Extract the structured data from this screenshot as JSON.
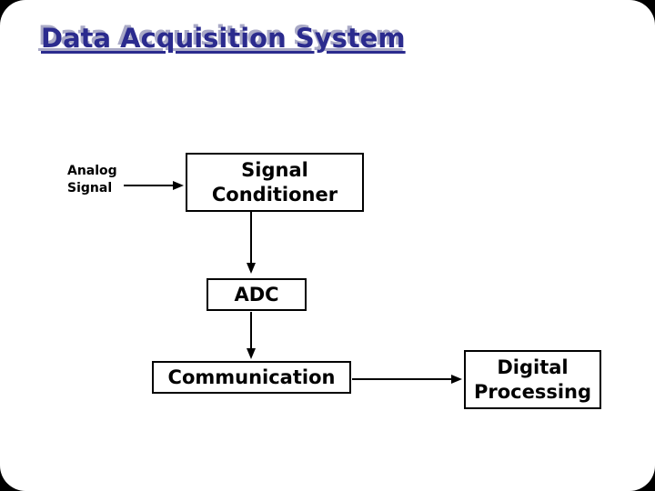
{
  "slide": {
    "title": "Data Acquisition System",
    "title_color": "#2b2b8e",
    "title_shadow_color": "#a9a9c6",
    "background_color": "#ffffff",
    "page_background_color": "#000000",
    "box_border_color": "#000000",
    "arrow_color": "#000000"
  },
  "diagram": {
    "source_label": [
      "Analog",
      "Signal"
    ],
    "nodes": [
      {
        "id": "signal-conditioner",
        "label": "Signal Conditioner"
      },
      {
        "id": "adc",
        "label": "ADC"
      },
      {
        "id": "communication",
        "label": "Communication"
      },
      {
        "id": "digital-processing",
        "label": "Digital Processing"
      }
    ],
    "edges": [
      {
        "from": "analog-signal",
        "to": "signal-conditioner"
      },
      {
        "from": "signal-conditioner",
        "to": "adc"
      },
      {
        "from": "adc",
        "to": "communication"
      },
      {
        "from": "communication",
        "to": "digital-processing"
      }
    ]
  }
}
